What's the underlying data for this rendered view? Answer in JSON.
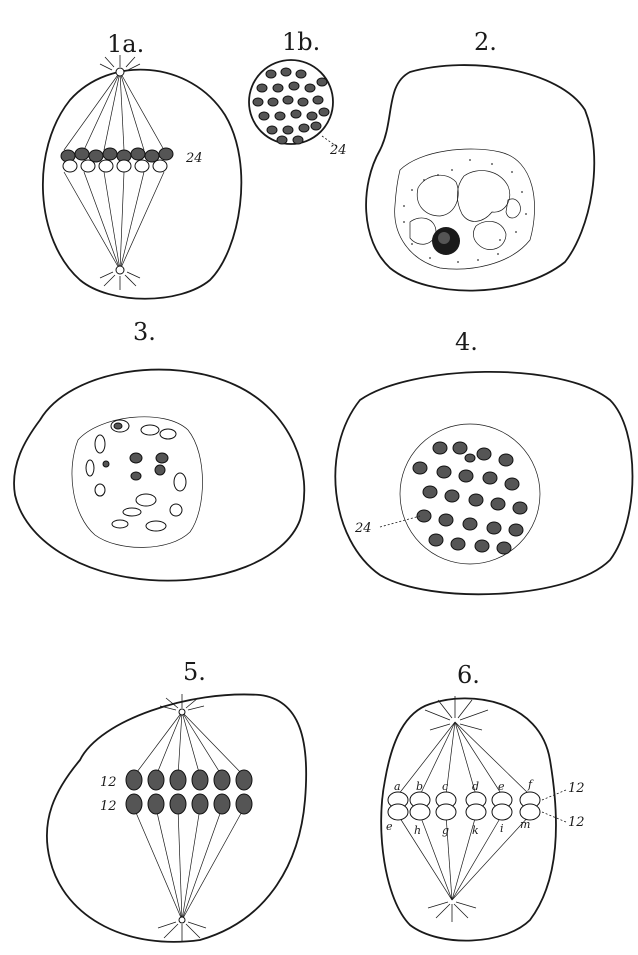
{
  "figures": [
    {
      "id": "1a",
      "label": "1a."
    },
    {
      "id": "1b",
      "label": "1b."
    },
    {
      "id": "2",
      "label": "2."
    },
    {
      "id": "3",
      "label": "3."
    },
    {
      "id": "4",
      "label": "4."
    },
    {
      "id": "5",
      "label": "5."
    },
    {
      "id": "6",
      "label": "6."
    }
  ],
  "annotations": {
    "fig1a_count": "24",
    "fig1b_count": "24",
    "fig4_count": "24",
    "fig5_upper": "12",
    "fig5_lower": "12",
    "fig6_upper": "12",
    "fig6_lower": "12",
    "fig6_letters_top": [
      "a",
      "b",
      "c",
      "d",
      "e",
      "f"
    ],
    "fig6_letters_bottom": [
      "e",
      "h",
      "g",
      "k",
      "i",
      "m"
    ]
  }
}
